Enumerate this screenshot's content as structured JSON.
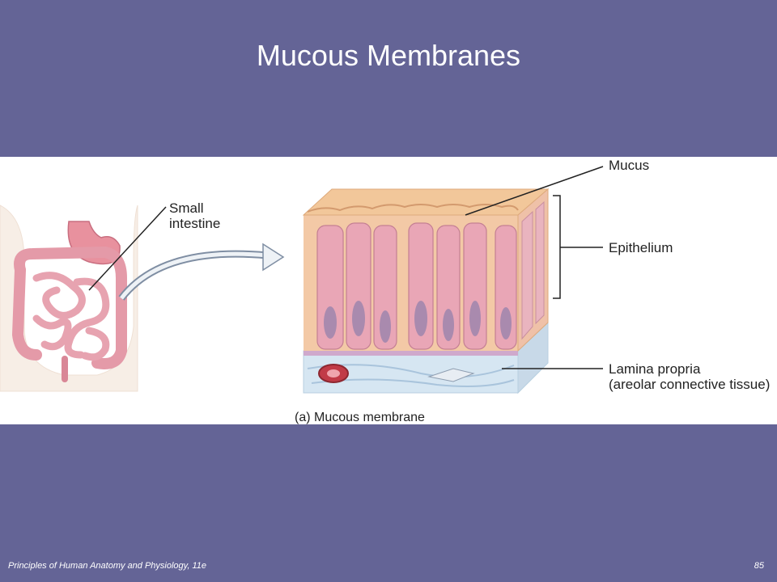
{
  "slide": {
    "title": "Mucous Membranes",
    "footer_left": "Principles of Human Anatomy and Physiology, 11e",
    "page_number": "85"
  },
  "figure": {
    "label_small_intestine_1": "Small",
    "label_small_intestine_2": "intestine",
    "label_mucus": "Mucus",
    "label_epithelium": "Epithelium",
    "label_lamina_1": "Lamina propria",
    "label_lamina_2": "(areolar connective tissue)",
    "caption": "(a)  Mucous membrane"
  },
  "colors": {
    "slide_background": "#646496",
    "panel_background": "#ffffff",
    "epithelium_pink": "#e9a6b6",
    "mucus_orange": "#f2c79a",
    "connective_blue": "#d6e6f2"
  }
}
